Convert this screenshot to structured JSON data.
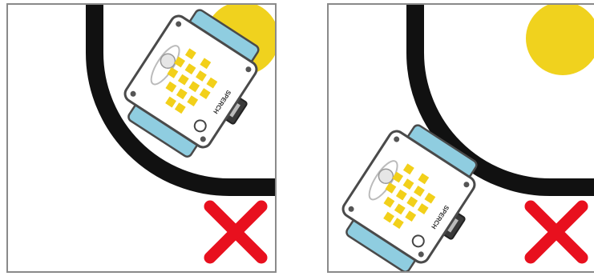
{
  "panels": [
    {
      "id": "left",
      "robot_label": "SPERCH",
      "status": "incorrect"
    },
    {
      "id": "right",
      "robot_label": "SPERCH",
      "status": "incorrect"
    }
  ],
  "colors": {
    "track": "#111111",
    "target_dot": "#f0d21e",
    "robot_body": "#ffffff",
    "robot_outline": "#4a4a4a",
    "wheel": "#8fcde0",
    "led": "#f2d01a",
    "sensor": "#3a3a3a",
    "cross": "#e8101e",
    "frame": "#8a8a8a"
  },
  "icons": {
    "robot": "robot-icon",
    "cross": "cross-icon",
    "target": "yellow-dot-icon"
  }
}
